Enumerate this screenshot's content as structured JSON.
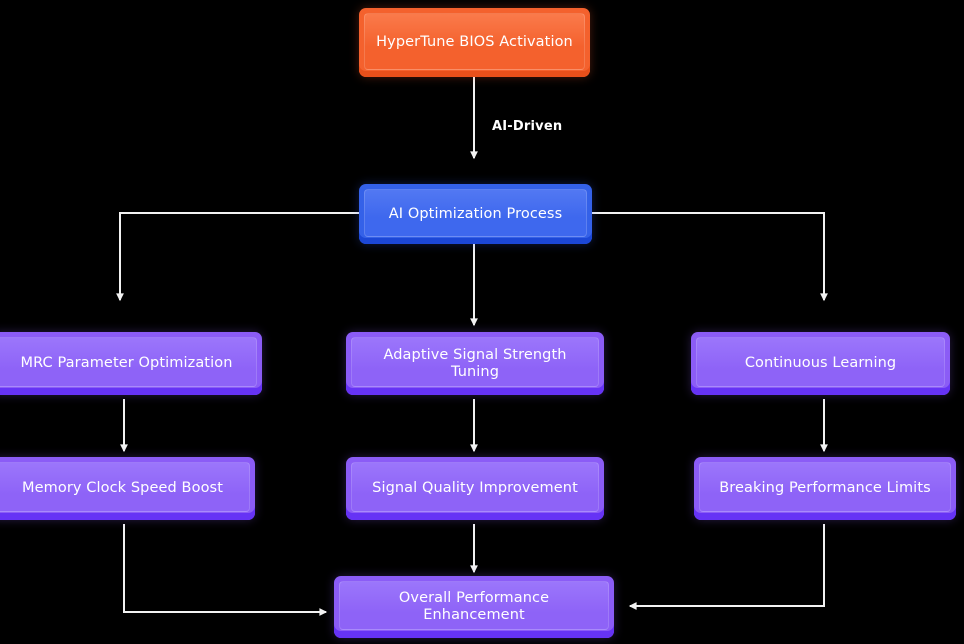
{
  "diagram": {
    "type": "flowchart",
    "background_color": "#000000",
    "edge_color": "#f2f2f2",
    "nodes": [
      {
        "id": "bios",
        "label": "HyperTune BIOS Activation",
        "color": "#f4612d",
        "style": "orange"
      },
      {
        "id": "ai",
        "label": "AI Optimization Process",
        "color": "#3461e8",
        "style": "blue"
      },
      {
        "id": "mrc",
        "label": "MRC Parameter Optimization",
        "color": "#8b5cf6",
        "style": "purple"
      },
      {
        "id": "adaptive",
        "label": "Adaptive Signal Strength Tuning",
        "color": "#8b5cf6",
        "style": "purple"
      },
      {
        "id": "learning",
        "label": "Continuous Learning",
        "color": "#8b5cf6",
        "style": "purple"
      },
      {
        "id": "clock",
        "label": "Memory Clock Speed Boost",
        "color": "#8b5cf6",
        "style": "purple"
      },
      {
        "id": "quality",
        "label": "Signal Quality Improvement",
        "color": "#8b5cf6",
        "style": "purple"
      },
      {
        "id": "limits",
        "label": "Breaking Performance Limits",
        "color": "#8b5cf6",
        "style": "purple"
      },
      {
        "id": "overall",
        "label": "Overall Performance Enhancement",
        "color": "#8b5cf6",
        "style": "purple"
      }
    ],
    "edges": [
      {
        "from": "bios",
        "to": "ai",
        "label": "AI-Driven"
      },
      {
        "from": "ai",
        "to": "mrc",
        "label": ""
      },
      {
        "from": "ai",
        "to": "adaptive",
        "label": ""
      },
      {
        "from": "ai",
        "to": "learning",
        "label": ""
      },
      {
        "from": "mrc",
        "to": "clock",
        "label": ""
      },
      {
        "from": "adaptive",
        "to": "quality",
        "label": ""
      },
      {
        "from": "learning",
        "to": "limits",
        "label": ""
      },
      {
        "from": "clock",
        "to": "overall",
        "label": ""
      },
      {
        "from": "quality",
        "to": "overall",
        "label": ""
      },
      {
        "from": "limits",
        "to": "overall",
        "label": ""
      }
    ]
  }
}
